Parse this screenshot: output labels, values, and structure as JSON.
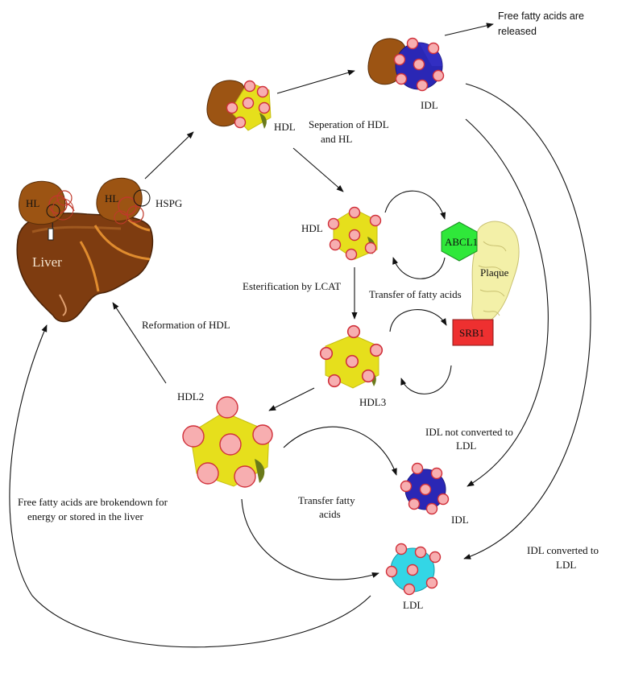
{
  "labels": {
    "liver": "Liver",
    "hl_left": "HL",
    "hl_right": "HL",
    "hspg": "HSPG",
    "hdl_top": "HDL",
    "hdl_mid": "HDL",
    "idl_top": "IDL",
    "idl_bottom": "IDL",
    "hdl2": "HDL2",
    "hdl3": "HDL3",
    "ldl": "LDL",
    "abcl1": "ABCL1",
    "srb1": "SRB1",
    "plaque": "Plaque",
    "free_fa_released_1": "Free fatty acids are",
    "free_fa_released_2": "released",
    "separation_1": "Seperation of HDL",
    "separation_2": "and HL",
    "esterification": "Esterification by LCAT",
    "transfer_fa": "Transfer of fatty acids",
    "reformation": "Reformation of HDL",
    "idl_not_converted_1": "IDL not converted to",
    "idl_not_converted_2": "LDL",
    "transfer_fatty_1": "Transfer fatty",
    "transfer_fatty_2": "acids",
    "idl_converted_1": "IDL converted to",
    "idl_converted_2": "LDL",
    "free_fa_broken_1": "Free fatty acids are brokendown for",
    "free_fa_broken_2": "energy or stored in the liver"
  },
  "colors": {
    "hdl_yellow": "#e6df1c",
    "idl_blue": "#2a27b5",
    "ldl_cyan": "#33d6e6",
    "hl_brown": "#9c5413",
    "liver_brown": "#7e3c10",
    "dot_pink": "#f7aeb0",
    "dot_edge": "#d0303a",
    "abcl1_green": "#2fe83a",
    "srb1_red": "#ee3030",
    "plaque_cream": "#f3f0a8"
  }
}
